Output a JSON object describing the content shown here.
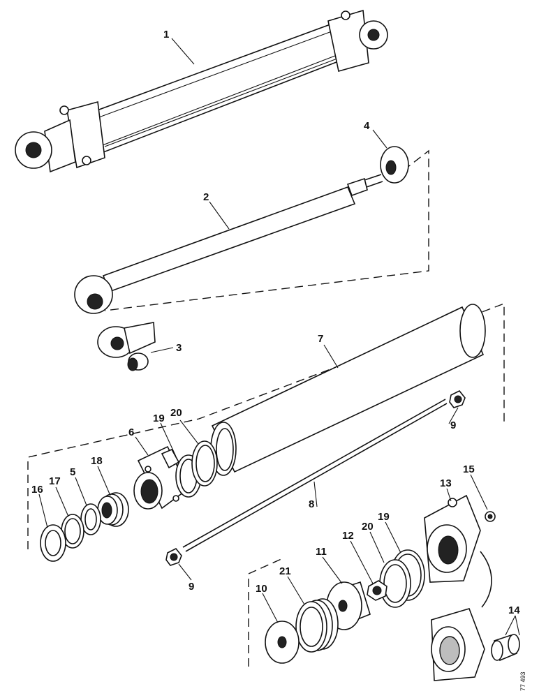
{
  "figure": {
    "code": "77 493",
    "callouts": {
      "c1": "1",
      "c2": "2",
      "c3": "3",
      "c4": "4",
      "c5": "5",
      "c6": "6",
      "c7": "7",
      "c8": "8",
      "c9a": "9",
      "c9b": "9",
      "c10": "10",
      "c11": "11",
      "c12": "12",
      "c13": "13",
      "c14": "14",
      "c15": "15",
      "c16": "16",
      "c17": "17",
      "c18": "18",
      "c19a": "19",
      "c19b": "19",
      "c20a": "20",
      "c20b": "20",
      "c21": "21"
    }
  }
}
